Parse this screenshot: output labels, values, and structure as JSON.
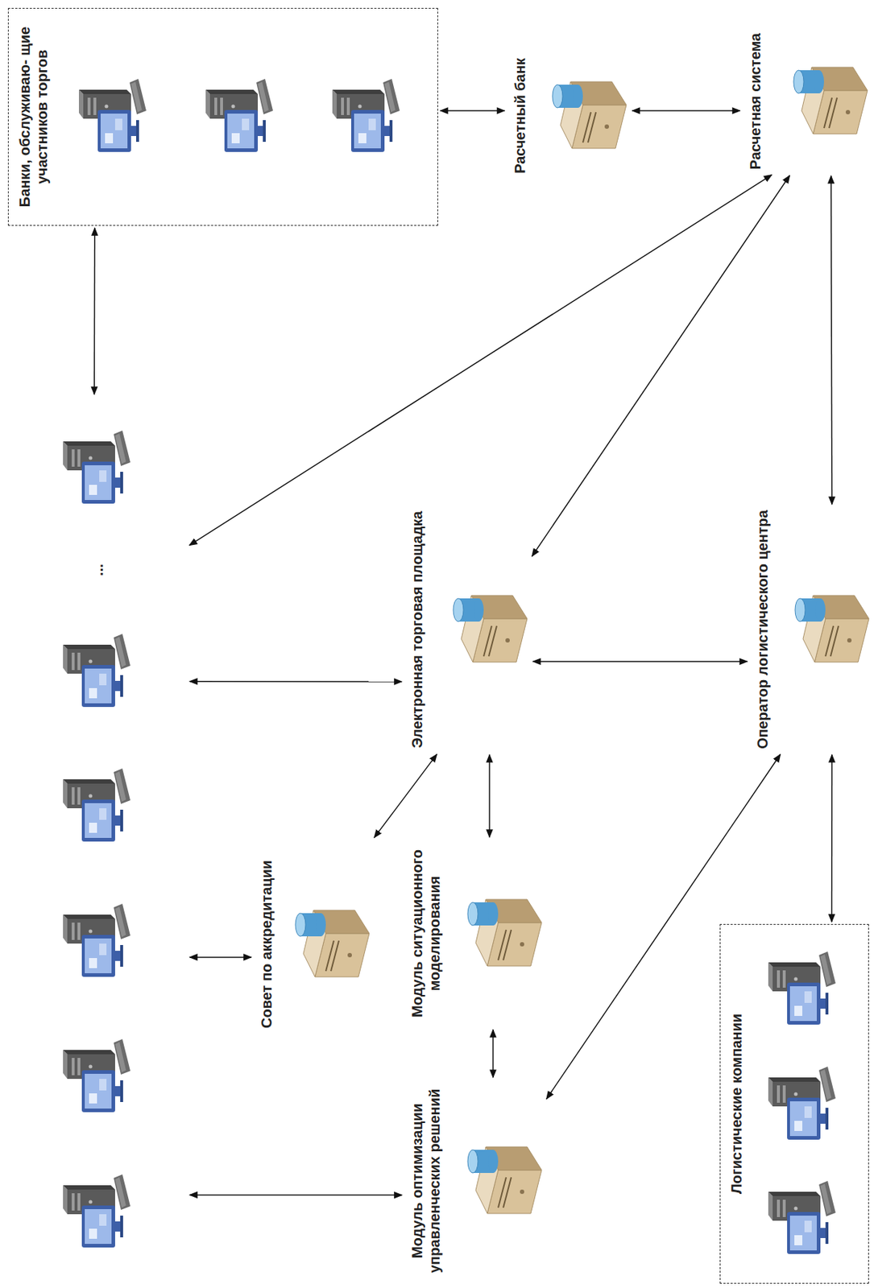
{
  "diagram": {
    "nodes": [
      {
        "text": [
          "Банки, обслуживаю- щие участников торгов"
        ]
      },
      {
        "text": [
          "Расчетный банк"
        ]
      },
      {
        "text": [
          "Расчетная система"
        ]
      },
      {
        "text": [
          "..."
        ]
      },
      {
        "text": [
          "Электронная торговая площадка"
        ]
      },
      {
        "text": [
          "Совет по аккредитации"
        ]
      },
      {
        "text": [
          "Модуль ситуационного моделирования"
        ]
      },
      {
        "text": [
          "Оператор логистического центра"
        ]
      },
      {
        "text": [
          "Модуль оптимизации управленческих решений"
        ]
      },
      {
        "text": [
          "Логистические компании"
        ]
      }
    ],
    "edges": [
      {
        "from": 3,
        "to": 0,
        "arrow": "both"
      },
      {
        "from": 0,
        "to": 1,
        "arrow": "both"
      },
      {
        "from": 1,
        "to": 2,
        "arrow": "both"
      },
      {
        "from": 2,
        "to": 3,
        "arrow": "both"
      },
      {
        "from": 2,
        "to": 4,
        "arrow": "both"
      },
      {
        "from": 2,
        "to": 7,
        "arrow": "both"
      },
      {
        "from": 3,
        "to": 4,
        "arrow": "both"
      },
      {
        "from": 4,
        "to": 7,
        "arrow": "both"
      },
      {
        "from": 3,
        "to": 5,
        "arrow": "both"
      },
      {
        "from": 5,
        "to": 4,
        "arrow": "both"
      },
      {
        "from": 4,
        "to": 6,
        "arrow": "both"
      },
      {
        "from": 6,
        "to": 8,
        "arrow": "both"
      },
      {
        "from": 3,
        "to": 8,
        "arrow": "both"
      },
      {
        "from": 8,
        "to": 7,
        "arrow": "both"
      },
      {
        "from": 7,
        "to": 9,
        "arrow": "both"
      }
    ]
  }
}
